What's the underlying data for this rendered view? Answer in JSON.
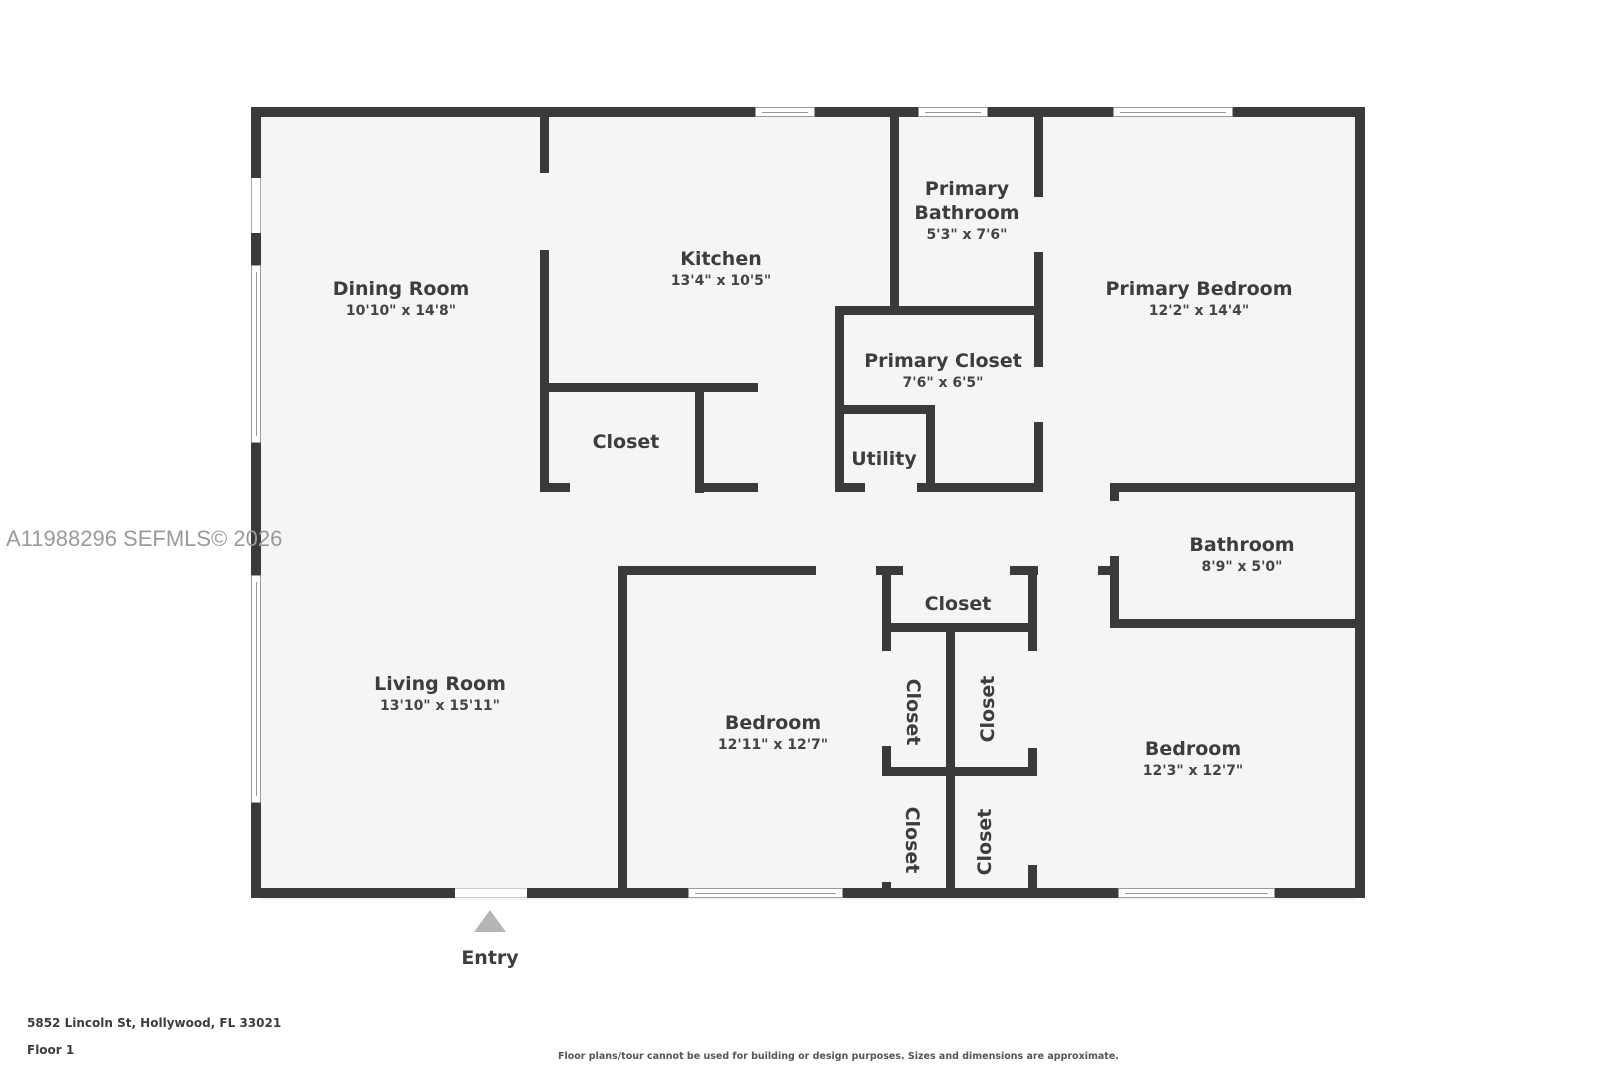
{
  "watermark": "A11988296  SEFMLS© 2026",
  "rooms": {
    "dining": {
      "name": "Dining Room",
      "dim": "10'10\" x 14'8\""
    },
    "kitchen": {
      "name": "Kitchen",
      "dim": "13'4\" x 10'5\""
    },
    "primary_bathroom": {
      "name_line1": "Primary",
      "name_line2": "Bathroom",
      "dim": "5'3\" x 7'6\""
    },
    "primary_bedroom": {
      "name": "Primary Bedroom",
      "dim": "12'2\" x 14'4\""
    },
    "primary_closet": {
      "name": "Primary Closet",
      "dim": "7'6\" x 6'5\""
    },
    "utility": {
      "name": "Utility"
    },
    "kitchen_closet": {
      "name": "Closet"
    },
    "bathroom": {
      "name": "Bathroom",
      "dim": "8'9\" x 5'0\""
    },
    "living": {
      "name": "Living Room",
      "dim": "13'10\" x 15'11\""
    },
    "bedroom_1": {
      "name": "Bedroom",
      "dim": "12'11\" x 12'7\""
    },
    "bedroom_2": {
      "name": "Bedroom",
      "dim": "12'3\" x 12'7\""
    },
    "hall_closet": {
      "name": "Closet"
    },
    "closet_a": {
      "name": "Closet"
    },
    "closet_b": {
      "name": "Closet"
    },
    "closet_c": {
      "name": "Closet"
    },
    "closet_d": {
      "name": "Closet"
    }
  },
  "entry": {
    "label": "Entry"
  },
  "footer": {
    "address": "5852 Lincoln St, Hollywood, FL 33021",
    "floor": "Floor 1",
    "disclaimer": "Floor plans/tour cannot be used for building or design purposes. Sizes and dimensions are approximate."
  },
  "colors": {
    "wall": "#3a3a3a",
    "floor": "#f5f5f5",
    "text": "#3d3d3d",
    "entry_arrow": "#b5b5b5"
  }
}
